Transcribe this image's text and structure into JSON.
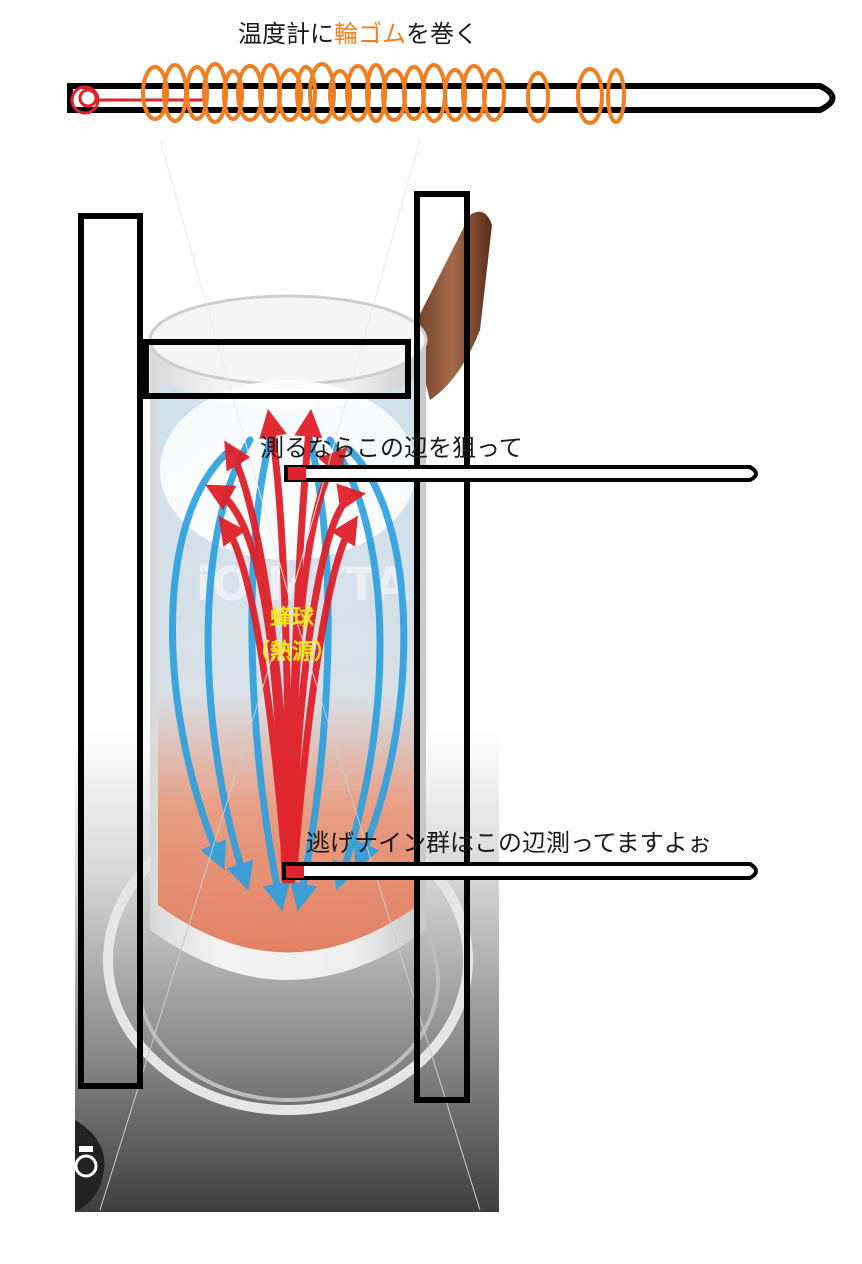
{
  "title": {
    "prefix": "温度計に",
    "highlight": "輪ゴム",
    "suffix": "を巻く"
  },
  "annotations": {
    "measure_here": "測るならこの辺を狙って",
    "nigenine_measures": "逃げナイン群はこの辺測ってますよぉ",
    "heat_source_line1": "蜂球",
    "heat_source_line2": "（熱源）"
  },
  "colors": {
    "rubber_band": "#f07f22",
    "heat_arrow": "#e0202a",
    "cool_arrow": "#2aa0e0",
    "heat_label": "#f7e51d",
    "outline": "#000000"
  },
  "icons": {
    "camera": "camera-switch-icon"
  }
}
